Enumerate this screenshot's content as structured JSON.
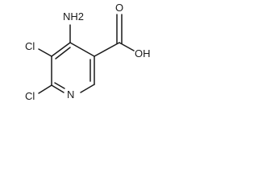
{
  "structure": {
    "atoms": {
      "amino": "NH2",
      "chloro_upper": "Cl",
      "chloro_lower": "Cl",
      "ring_nitrogen": "N",
      "carbonyl_oxygen": "O",
      "hydroxyl": "OH"
    }
  }
}
